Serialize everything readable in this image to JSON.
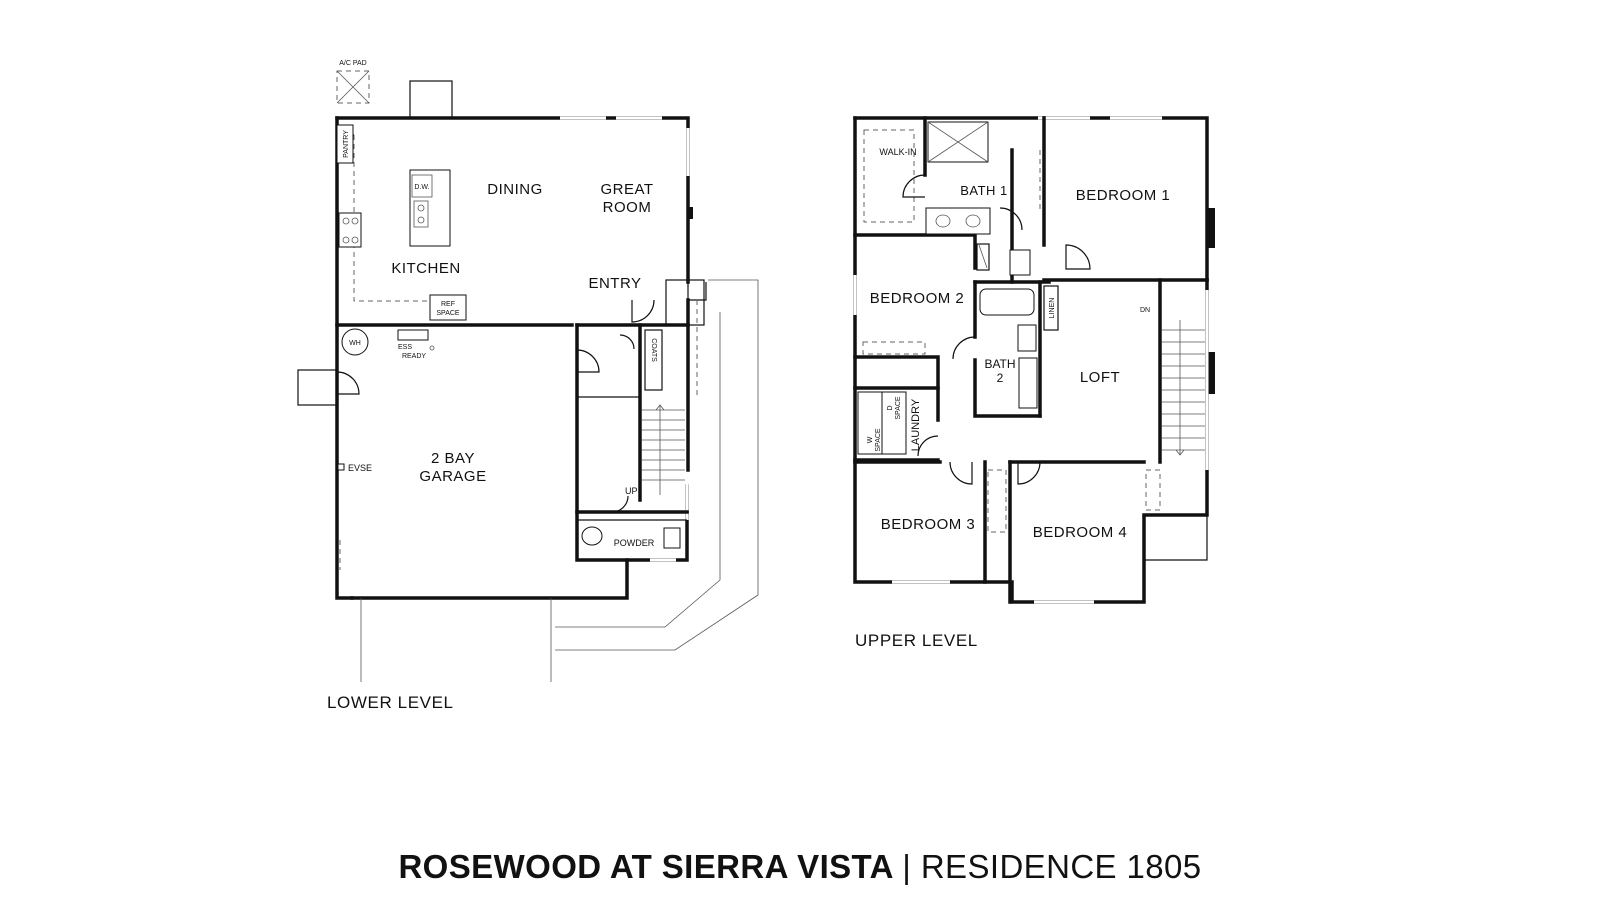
{
  "title": {
    "community": "ROSEWOOD AT SIERRA VISTA",
    "separator": "|",
    "residence": "RESIDENCE 1805"
  },
  "lower_level": {
    "caption": "LOWER LEVEL",
    "rooms": {
      "dining": "DINING",
      "great_room_1": "GREAT",
      "great_room_2": "ROOM",
      "kitchen": "KITCHEN",
      "entry": "ENTRY",
      "garage_1": "2 BAY",
      "garage_2": "GARAGE",
      "powder": "POWDER"
    },
    "labels": {
      "ac_pad": "A/C PAD",
      "pantry": "PANTRY",
      "dw": "D.W.",
      "ref_1": "REF",
      "ref_2": "SPACE",
      "wh": "WH",
      "ess_1": "ESS",
      "ess_2": "READY",
      "evse": "EVSE",
      "coats": "COATS",
      "up": "UP"
    }
  },
  "upper_level": {
    "caption": "UPPER LEVEL",
    "rooms": {
      "walk_in": "WALK-IN",
      "bath_1": "BATH 1",
      "bedroom_1": "BEDROOM 1",
      "bedroom_2": "BEDROOM 2",
      "linen": "LINEN",
      "bath_2a": "BATH",
      "bath_2b": "2",
      "loft": "LOFT",
      "laundry": "LAUNDRY",
      "bedroom_3": "BEDROOM 3",
      "bedroom_4": "BEDROOM 4"
    },
    "labels": {
      "w_1": "W",
      "w_2": "SPACE",
      "d_1": "D",
      "d_2": "SPACE",
      "dn": "DN"
    }
  }
}
